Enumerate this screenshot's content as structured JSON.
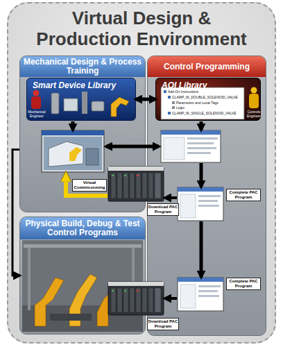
{
  "diagram": {
    "nodes": [
      {
        "text": [
          "Virtual Design & Production Environment"
        ]
      },
      {
        "text": [
          "Mechanical Design & Process Training"
        ],
        "in": 0
      },
      {
        "text": [
          "Smart Device Library"
        ],
        "in": 1
      },
      {
        "text": [
          "Control Programming"
        ],
        "in": 0
      },
      {
        "text": [
          "AOI Library"
        ],
        "in": 3
      },
      {
        "text": [
          "Virtual Commissioning"
        ],
        "in": 1
      },
      {
        "text": [
          "Complete PAC Program"
        ],
        "in": 3
      },
      {
        "text": [
          "Download PAC Program"
        ],
        "in": 3
      },
      {
        "text": [
          "Physical Build, Debug & Test Control Programs"
        ],
        "in": 0
      },
      {
        "text": [
          "Complete PAC Program"
        ],
        "in": 3
      },
      {
        "text": [
          "Download PAC Program"
        ],
        "in": 3
      }
    ],
    "edges": [
      {
        "from": 2,
        "to": 4,
        "arrow": "both"
      },
      {
        "from": 1,
        "to": 8,
        "arrow": "to"
      }
    ],
    "labels": [
      "Mechanical Engineer",
      "Add-On Instructions",
      "CLAMP_W_DOUBLE_SOLENOID_VALVE",
      "Parameters and Local Tags",
      "Logic",
      "CLAMP_W_SINGLE_SOLENOID_VALVE",
      "Controls Engineer"
    ]
  }
}
